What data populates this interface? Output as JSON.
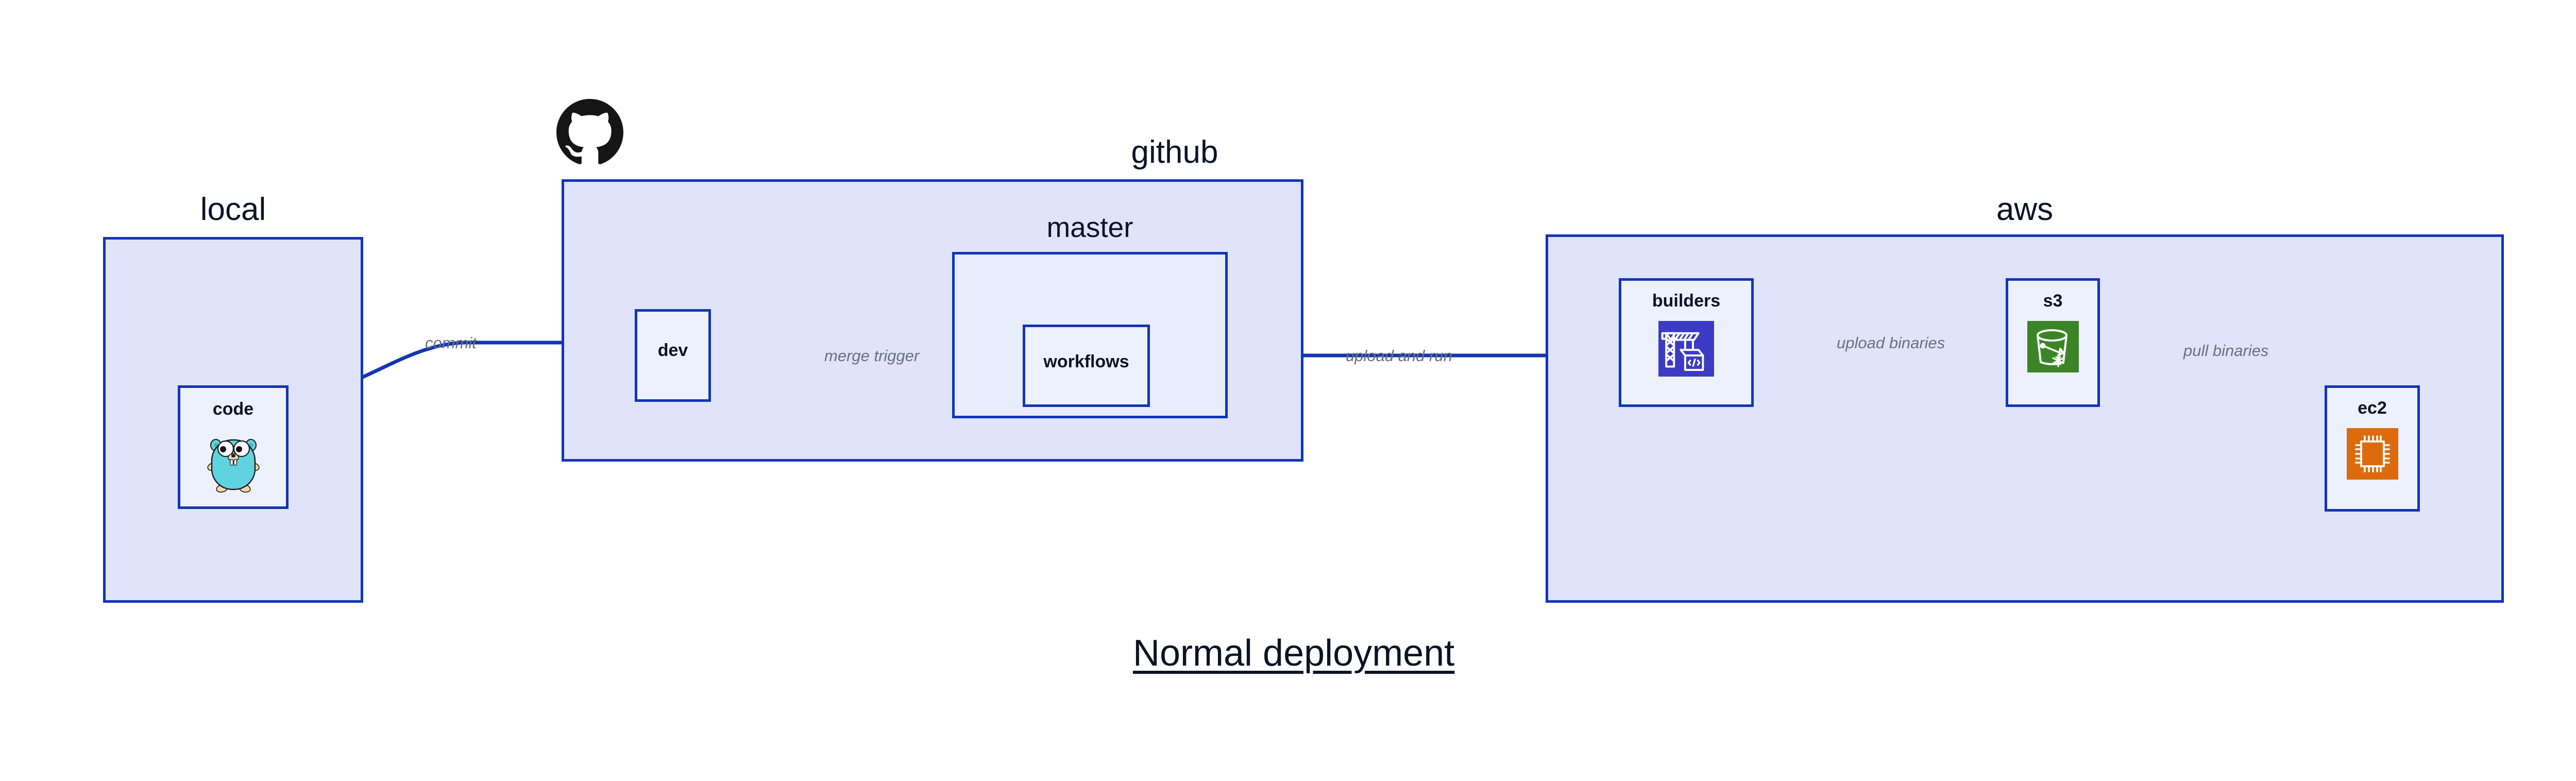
{
  "caption": {
    "text": "Normal deployment"
  },
  "groups": [
    {
      "id": "local",
      "label": "local"
    },
    {
      "id": "github",
      "label": "github"
    },
    {
      "id": "aws",
      "label": "aws"
    }
  ],
  "subgroups": [
    {
      "id": "master",
      "label": "master"
    }
  ],
  "nodes": [
    {
      "id": "code",
      "label": "code",
      "icon": "go-gopher-icon"
    },
    {
      "id": "dev",
      "label": "dev",
      "icon": "none"
    },
    {
      "id": "workflows",
      "label": "workflows",
      "icon": "none"
    },
    {
      "id": "builders",
      "label": "builders",
      "icon": "aws-codebuild-crane-icon"
    },
    {
      "id": "s3",
      "label": "s3",
      "icon": "aws-s3-bucket-icon"
    },
    {
      "id": "ec2",
      "label": "ec2",
      "icon": "aws-ec2-chip-icon"
    }
  ],
  "edges": [
    {
      "id": "commit",
      "label": "commit",
      "from": "code",
      "to": "dev"
    },
    {
      "id": "merge-trigger",
      "label": "merge trigger",
      "from": "dev",
      "to": "workflows"
    },
    {
      "id": "upload-and-run",
      "label": "upload and run",
      "from": "workflows",
      "to": "builders"
    },
    {
      "id": "upload-binaries",
      "label": "upload binaries",
      "from": "builders",
      "to": "s3"
    },
    {
      "id": "pull-binaries",
      "label": "pull binaries",
      "from": "s3",
      "to": "ec2"
    }
  ],
  "logos": [
    {
      "id": "github-octocat",
      "name": "github-octocat-logo"
    }
  ],
  "colors": {
    "group_fill": "#dfe4fb",
    "subgroup_fill": "#e8edfc",
    "node_fill": "#edf1fd",
    "border_blue": "#1335b5",
    "edge_blue": "#1335b5",
    "edge_label_gray": "#68717f",
    "text_navy": "#0d1326",
    "builders_icon_bg": "#3c3bc4",
    "s3_icon_bg": "#3c8527",
    "ec2_icon_bg": "#dd6b0d",
    "gopher_body": "#5fd4e0"
  }
}
